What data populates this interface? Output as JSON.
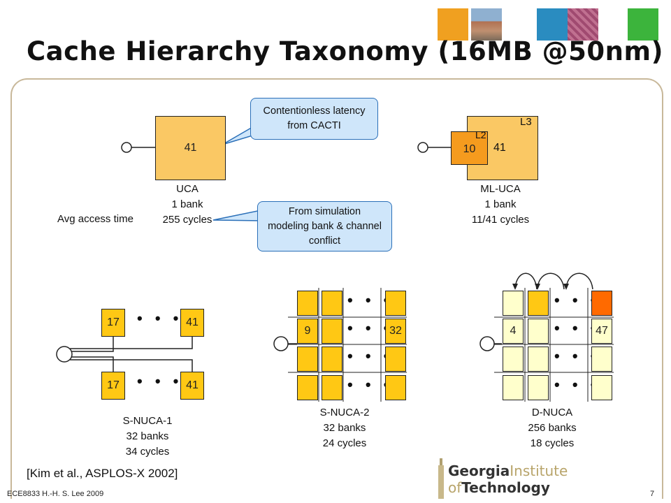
{
  "slide": {
    "title": "Cache Hierarchy Taxonomy (16MB @50nm)",
    "footer_left": "ECE8833 H.-H. S. Lee 2009",
    "page_number": "7",
    "reference": "[Kim et al., ASPLOS-X 2002]",
    "logo_text_1": "Georgia",
    "logo_text_2": "Institute",
    "logo_text_3": "of",
    "logo_text_4": "Technology"
  },
  "uca": {
    "block_value": "41",
    "name": "UCA",
    "banks": "1 bank",
    "cycles": "255 cycles",
    "row_label": "Avg access time"
  },
  "mluca": {
    "l2_label": "L2",
    "l3_label": "L3",
    "l2_value": "10",
    "l3_value": "41",
    "name": "ML-UCA",
    "banks": "1 bank",
    "cycles": "11/41 cycles"
  },
  "callouts": {
    "cacti": "Contentionless latency from CACTI",
    "simulation": "From simulation modeling bank & channel conflict"
  },
  "snuca1": {
    "first_value": "17",
    "last_value": "41",
    "name": "S-NUCA-1",
    "banks": "32 banks",
    "cycles": "34 cycles"
  },
  "snuca2": {
    "first_value": "9",
    "last_value": "32",
    "name": "S-NUCA-2",
    "banks": "32 banks",
    "cycles": "24 cycles"
  },
  "dnuca": {
    "first_value": "4",
    "last_value": "47",
    "name": "D-NUCA",
    "banks": "256 banks",
    "cycles": "18 cycles"
  },
  "colors": {
    "uca_block": "#fac864",
    "l2_block": "#f59b1e",
    "bank_yellow": "#ffc814",
    "bank_pale": "#ffffcc",
    "bank_orange": "#ff6a00",
    "callout_fill": "#cfe6fa",
    "callout_border": "#2a6fb8"
  }
}
